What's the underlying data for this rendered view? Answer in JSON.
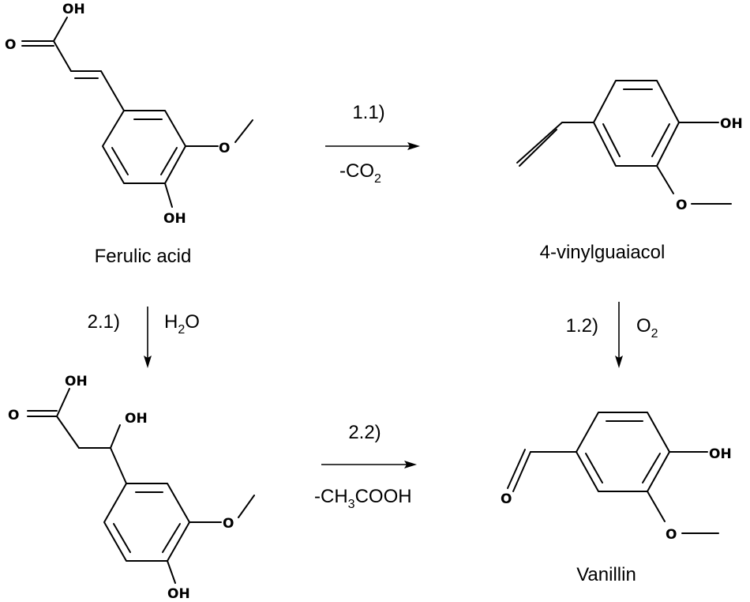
{
  "compounds": {
    "ferulic_acid": {
      "name": "Ferulic acid",
      "atoms": {
        "acid_oh": "OH",
        "acid_o": "O",
        "ether_o": "O",
        "phenol_oh": "OH"
      }
    },
    "vinylguaiacol": {
      "name": "4-vinylguaiacol",
      "atoms": {
        "phenol_oh": "OH",
        "ether_o": "O"
      }
    },
    "hydroxy_intermediate": {
      "name": "",
      "atoms": {
        "acid_oh": "OH",
        "acid_o": "O",
        "side_oh": "OH",
        "ether_o": "O",
        "phenol_oh": "OH"
      }
    },
    "vanillin": {
      "name": "Vanillin",
      "atoms": {
        "aldehyde_o": "O",
        "phenol_oh": "OH",
        "ether_o": "O"
      }
    }
  },
  "reactions": {
    "r1_1": {
      "step": "1.1)",
      "condition_prefix": "-CO",
      "condition_sub": "2"
    },
    "r1_2": {
      "step": "1.2)",
      "condition_prefix": "O",
      "condition_sub": "2"
    },
    "r2_1": {
      "step": "2.1)",
      "condition_prefix": "H",
      "condition_sub": "2",
      "condition_suffix": "O"
    },
    "r2_2": {
      "step": "2.2)",
      "condition_prefix": "-CH",
      "condition_sub": "3",
      "condition_suffix": "COOH"
    }
  }
}
